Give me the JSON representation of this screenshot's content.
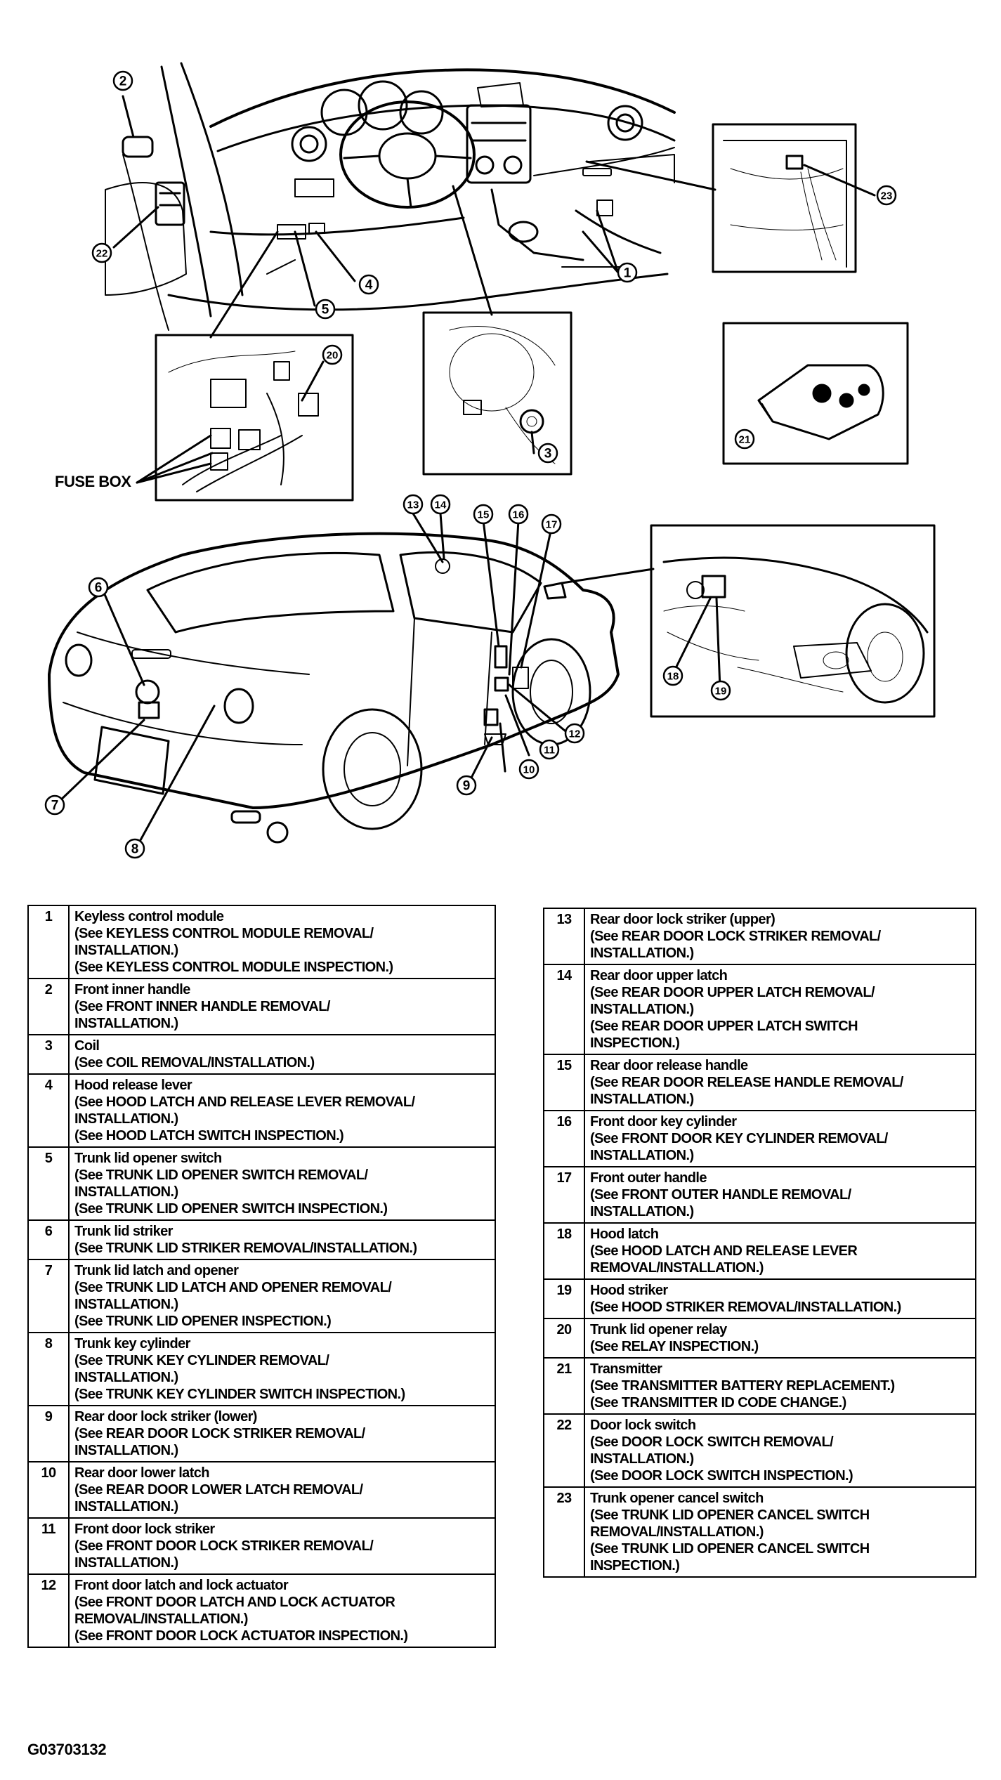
{
  "diagram": {
    "fuse_box_label": "FUSE BOX",
    "figure_id": "G03703132",
    "callouts": [
      "1",
      "2",
      "3",
      "4",
      "5",
      "6",
      "7",
      "8",
      "9",
      "10",
      "11",
      "12",
      "13",
      "14",
      "15",
      "16",
      "17",
      "18",
      "19",
      "20",
      "21",
      "22",
      "23"
    ]
  },
  "table_left": [
    {
      "num": "1",
      "lines": [
        "Keyless control module",
        "(See KEYLESS CONTROL MODULE REMOVAL/",
        "INSTALLATION.)",
        "(See KEYLESS CONTROL MODULE INSPECTION.)"
      ]
    },
    {
      "num": "2",
      "lines": [
        "Front inner handle",
        "(See FRONT INNER HANDLE REMOVAL/",
        "INSTALLATION.)"
      ]
    },
    {
      "num": "3",
      "lines": [
        "Coil",
        "(See COIL REMOVAL/INSTALLATION.)"
      ]
    },
    {
      "num": "4",
      "lines": [
        "Hood release lever",
        "(See HOOD LATCH AND RELEASE LEVER REMOVAL/",
        "INSTALLATION.)",
        "(See HOOD LATCH SWITCH INSPECTION.)"
      ]
    },
    {
      "num": "5",
      "lines": [
        "Trunk lid opener switch",
        "(See  TRUNK LID OPENER SWITCH REMOVAL/",
        "INSTALLATION.)",
        "(See TRUNK LID OPENER SWITCH INSPECTION.)"
      ]
    },
    {
      "num": "6",
      "lines": [
        "Trunk lid striker",
        "(See TRUNK LID STRIKER REMOVAL/INSTALLATION.)"
      ]
    },
    {
      "num": "7",
      "lines": [
        "Trunk lid latch and opener",
        "(See TRUNK LID LATCH AND OPENER REMOVAL/",
        "INSTALLATION.)",
        "(See TRUNK LID OPENER INSPECTION.)"
      ]
    },
    {
      "num": "8",
      "lines": [
        "Trunk key cylinder",
        "(See TRUNK KEY CYLINDER REMOVAL/",
        "INSTALLATION.)",
        "(See TRUNK KEY CYLINDER SWITCH  INSPECTION.)"
      ]
    },
    {
      "num": "9",
      "lines": [
        "Rear door lock striker (lower)",
        "(See REAR DOOR LOCK STRIKER REMOVAL/",
        "INSTALLATION.)"
      ]
    },
    {
      "num": "10",
      "lines": [
        "Rear door lower latch",
        "(See REAR DOOR LOWER LATCH REMOVAL/",
        "INSTALLATION.)"
      ]
    },
    {
      "num": "11",
      "lines": [
        "Front door lock striker",
        "(See FRONT DOOR LOCK STRIKER REMOVAL/",
        "INSTALLATION.)"
      ]
    },
    {
      "num": "12",
      "lines": [
        "Front door latch and lock actuator",
        "(See FRONT DOOR LATCH AND LOCK ACTUATOR",
        "REMOVAL/INSTALLATION.)",
        "(See FRONT DOOR LOCK ACTUATOR INSPECTION.)"
      ]
    }
  ],
  "table_right": [
    {
      "num": "13",
      "lines": [
        "Rear door lock striker (upper)",
        "(See REAR DOOR LOCK STRIKER REMOVAL/",
        "INSTALLATION.)"
      ]
    },
    {
      "num": "14",
      "lines": [
        "Rear door upper latch",
        "(See REAR DOOR UPPER LATCH REMOVAL/",
        "INSTALLATION.)",
        "(See REAR DOOR UPPER LATCH SWITCH",
        "INSPECTION.)"
      ]
    },
    {
      "num": "15",
      "lines": [
        "Rear door release handle",
        "(See REAR DOOR RELEASE HANDLE REMOVAL/",
        "INSTALLATION.)"
      ]
    },
    {
      "num": "16",
      "lines": [
        "Front door key cylinder",
        "(See FRONT DOOR KEY CYLINDER REMOVAL/",
        "INSTALLATION.)"
      ]
    },
    {
      "num": "17",
      "lines": [
        "Front outer handle",
        "(See FRONT OUTER HANDLE REMOVAL/",
        "INSTALLATION.)"
      ]
    },
    {
      "num": "18",
      "lines": [
        "Hood latch",
        "(See HOOD LATCH AND RELEASE LEVER",
        "REMOVAL/INSTALLATION.)"
      ]
    },
    {
      "num": "19",
      "lines": [
        "Hood striker",
        "(See HOOD STRIKER REMOVAL/INSTALLATION.)"
      ]
    },
    {
      "num": "20",
      "lines": [
        "Trunk lid opener relay",
        "(See RELAY INSPECTION.)"
      ]
    },
    {
      "num": "21",
      "lines": [
        "Transmitter",
        "(See TRANSMITTER BATTERY REPLACEMENT.)",
        "(See TRANSMITTER ID CODE CHANGE.)"
      ]
    },
    {
      "num": "22",
      "lines": [
        "Door lock switch",
        "(See DOOR LOCK SWITCH REMOVAL/",
        "INSTALLATION.)",
        "(See DOOR LOCK SWITCH  INSPECTION.)"
      ]
    },
    {
      "num": "23",
      "lines": [
        "Trunk opener cancel switch",
        "(See TRUNK LID OPENER CANCEL SWITCH",
        "REMOVAL/INSTALLATION.)",
        "(See TRUNK LID OPENER CANCEL SWITCH",
        "INSPECTION.)"
      ]
    }
  ]
}
